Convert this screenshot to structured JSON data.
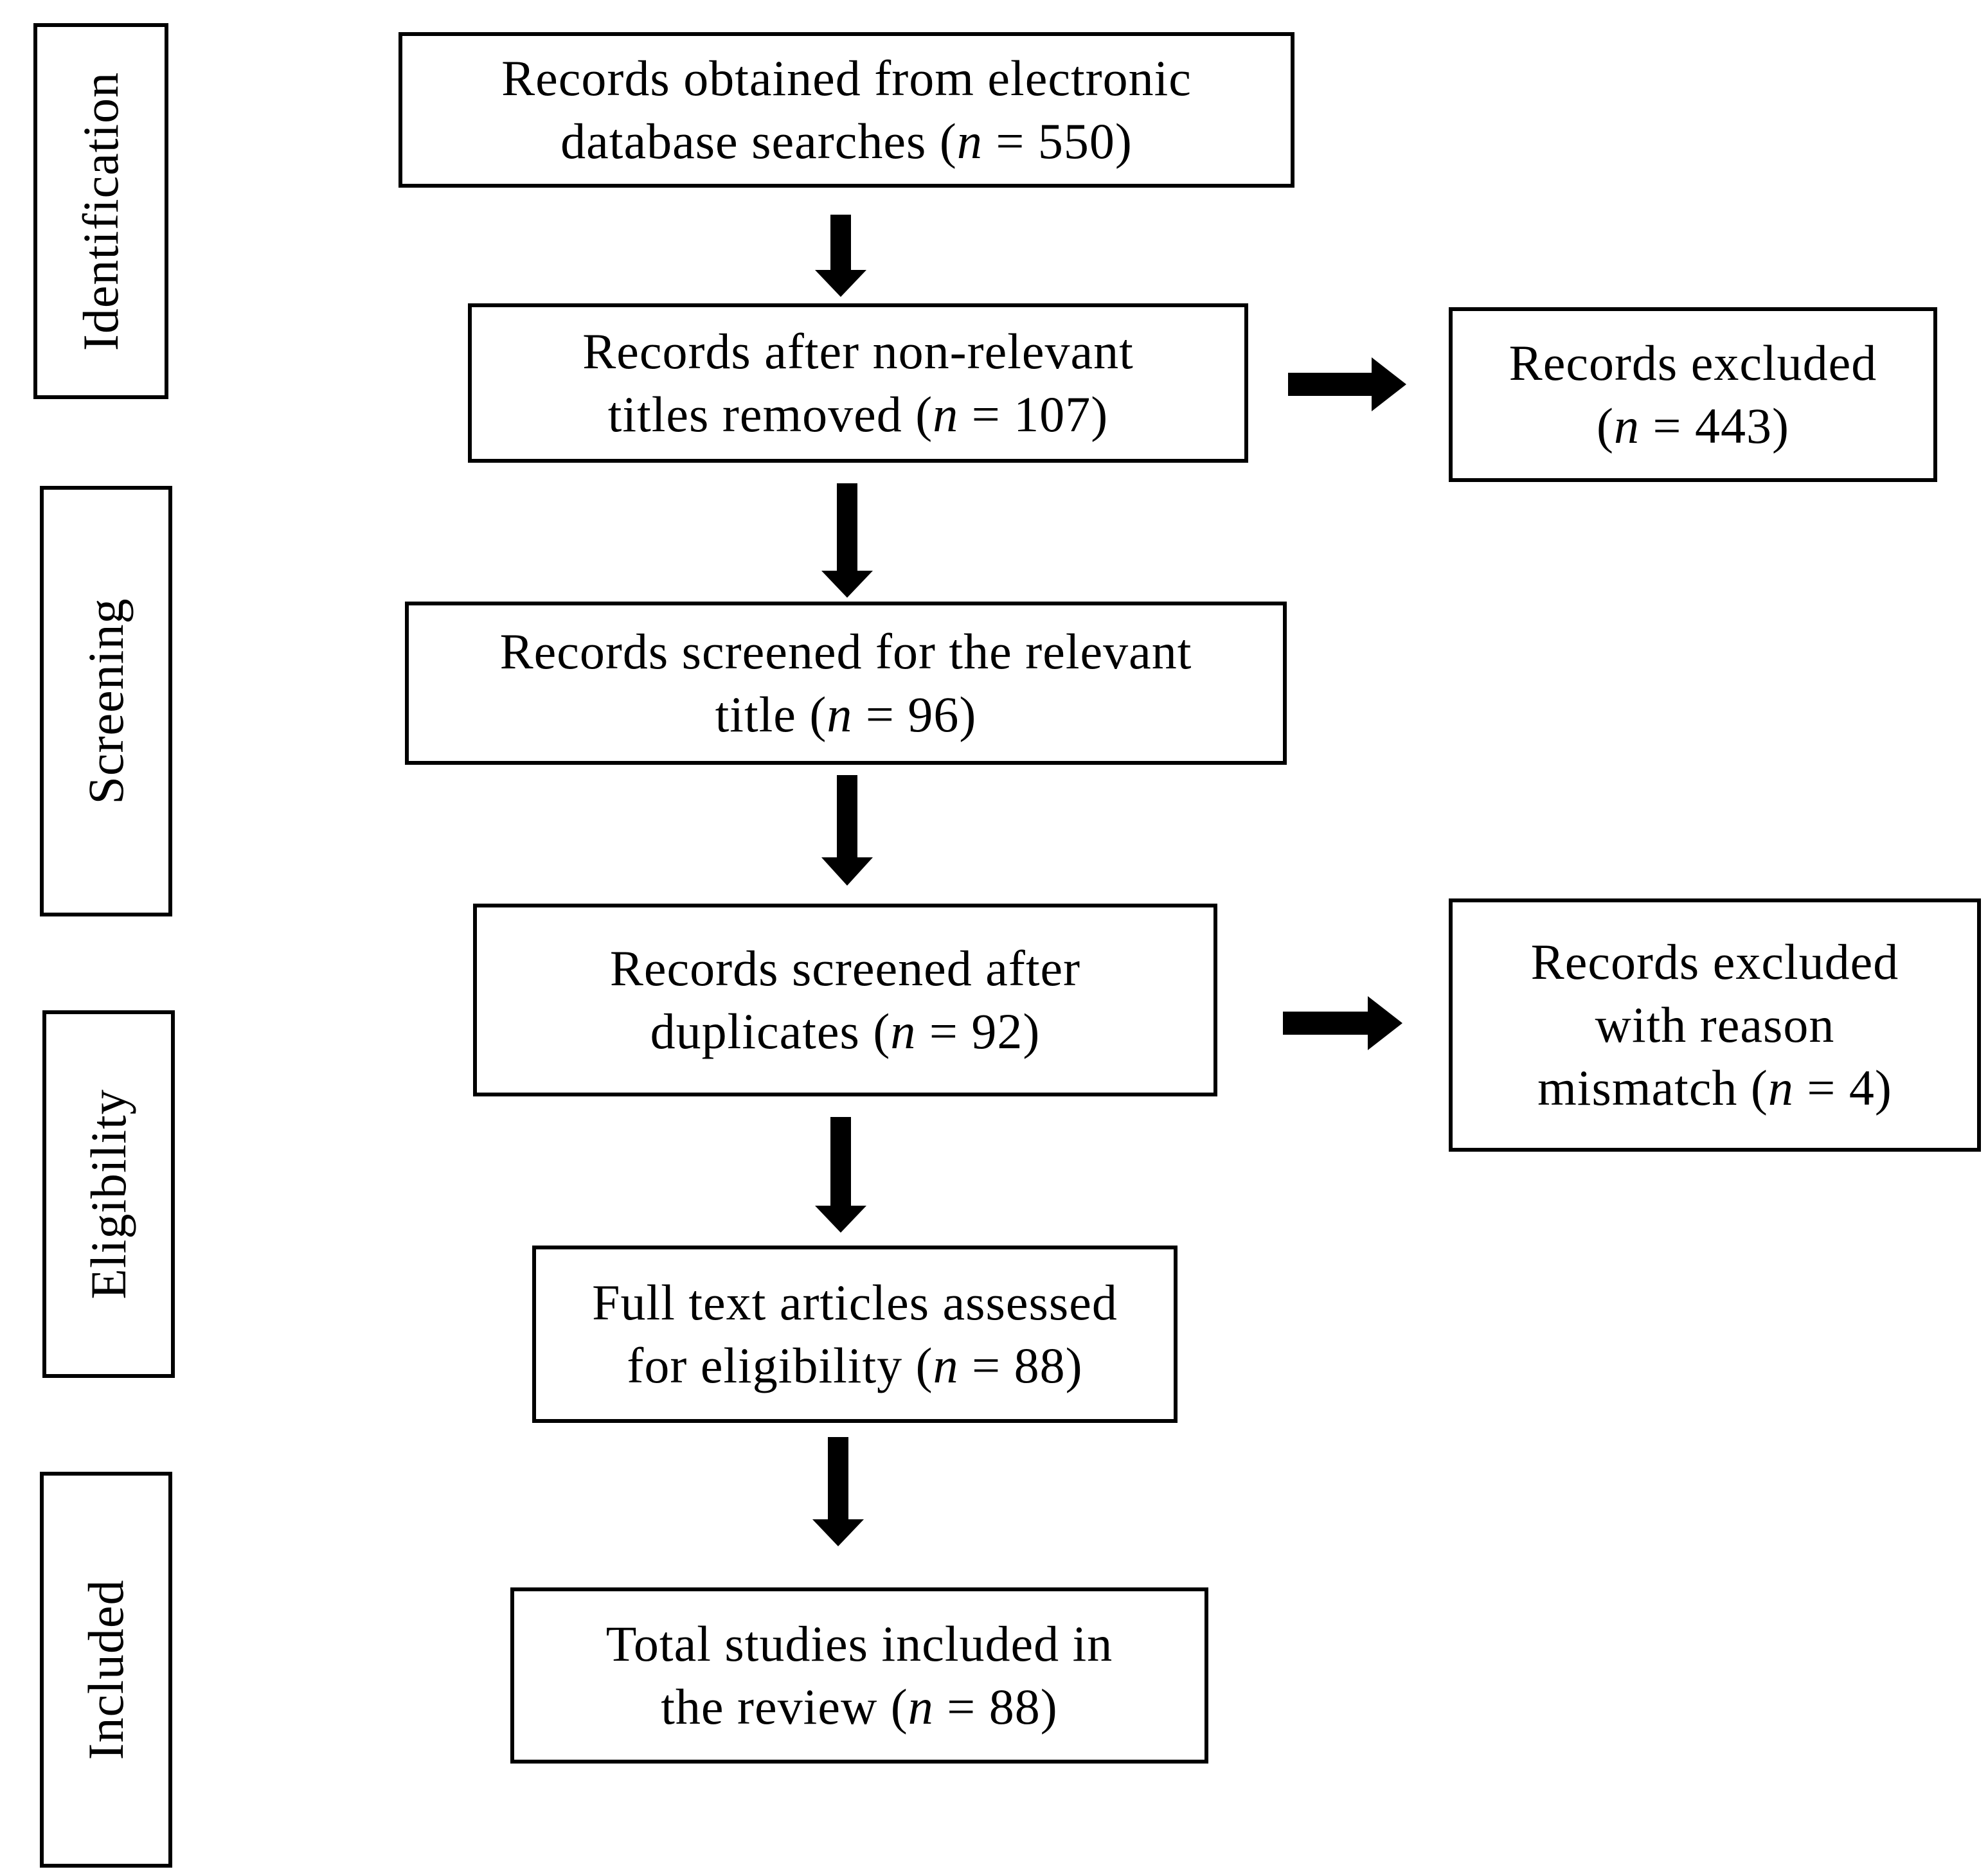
{
  "stages": {
    "identification": "Identification",
    "screening": "Screening",
    "eligibility": "Eligibility",
    "included": "Included"
  },
  "n_symbol": "n",
  "boxes": {
    "database_search": {
      "line1": "Records obtained from electronic",
      "line2_prefix": "database searches (",
      "line2_suffix": " = 550)"
    },
    "non_relevant_removed": {
      "line1": "Records after non-relevant",
      "line2_prefix": "titles removed (",
      "line2_suffix": " = 107)"
    },
    "screened_title": {
      "line1": "Records screened for the relevant",
      "line2_prefix": "title (",
      "line2_suffix": " = 96)"
    },
    "screened_duplicates": {
      "line1": "Records screened after",
      "line2_prefix": "duplicates (",
      "line2_suffix": " = 92)"
    },
    "full_text": {
      "line1": "Full text articles assessed",
      "line2_prefix": "for eligibility (",
      "line2_suffix": " = 88)"
    },
    "total_included": {
      "line1": "Total studies included in",
      "line2_prefix": "the review (",
      "line2_suffix": " = 88)"
    },
    "excluded_443": {
      "line1": "Records excluded",
      "line2_prefix": "(",
      "line2_suffix": " = 443)"
    },
    "excluded_reason": {
      "line1": "Records excluded",
      "line2": "with reason",
      "line3_prefix": "mismatch (",
      "line3_suffix": " = 4)"
    }
  }
}
